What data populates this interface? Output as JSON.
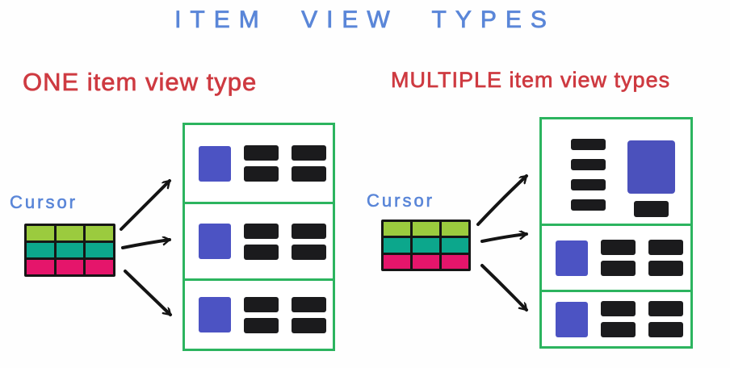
{
  "title": "ITEM VIEW TYPES",
  "sections": {
    "left": {
      "heading": "ONE item view type",
      "cursor_label": "Cursor",
      "adapter_grid": {
        "rows": 3,
        "cols": 3,
        "row_colors": [
          "#9bcb3e",
          "#0ca78c",
          "#e5156b"
        ]
      },
      "list_cells": [
        "item-view",
        "item-view",
        "item-view"
      ]
    },
    "right": {
      "heading": "MULTIPLE item view types",
      "cursor_label": "Cursor",
      "adapter_grid": {
        "rows": 3,
        "cols": 3,
        "row_colors": [
          "#9bcb3e",
          "#0ca78c",
          "#e5156b"
        ]
      },
      "list_cells": [
        "header-card-view",
        "item-view",
        "item-view"
      ]
    }
  },
  "colors": {
    "ink_blue": "#5a86d8",
    "ink_red": "#ce3a41",
    "box_green": "#2cb45f",
    "item_blue": "#4c53c3",
    "item_blue_big": "#4b51bc",
    "bar_black": "#1b1b1d",
    "arrow_black": "#141414",
    "grid_row_green": "#9bcb3e",
    "grid_row_teal": "#0ca78c",
    "grid_row_pink": "#e5156b"
  }
}
